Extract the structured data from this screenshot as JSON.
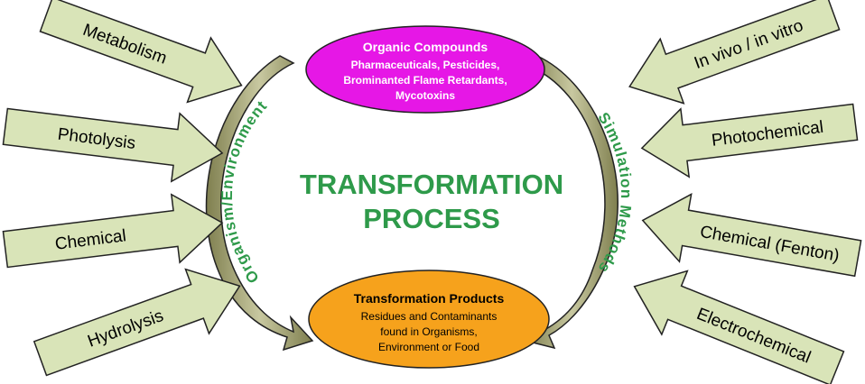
{
  "top_ellipse": {
    "title": "Organic Compounds",
    "lines": [
      "Pharmaceuticals, Pesticides,",
      "Brominanted Flame Retardants,",
      "Mycotoxins"
    ]
  },
  "bottom_ellipse": {
    "title": "Transformation Products",
    "lines": [
      "Residues and Contaminants",
      "found in Organisms,",
      "Environment or Food"
    ]
  },
  "center": {
    "line1": "TRANSFORMATION",
    "line2": "PROCESS"
  },
  "left_arc_label": "Organism/Environment",
  "right_arc_label": "Simulation Methods",
  "left_arrows": [
    "Metabolism",
    "Photolysis",
    "Chemical",
    "Hydrolysis"
  ],
  "right_arrows": [
    "In vivo / in vitro",
    "Photochemical",
    "Chemical (Fenton)",
    "Electrochemical"
  ],
  "colors": {
    "arrow_fill": "#d9e4b8",
    "arrow_stroke": "#222222",
    "arc_fill": "#9c9c66",
    "top_ellipse": "#e617e6",
    "bottom_ellipse": "#f6a21c",
    "green_text": "#2e9a4a"
  }
}
